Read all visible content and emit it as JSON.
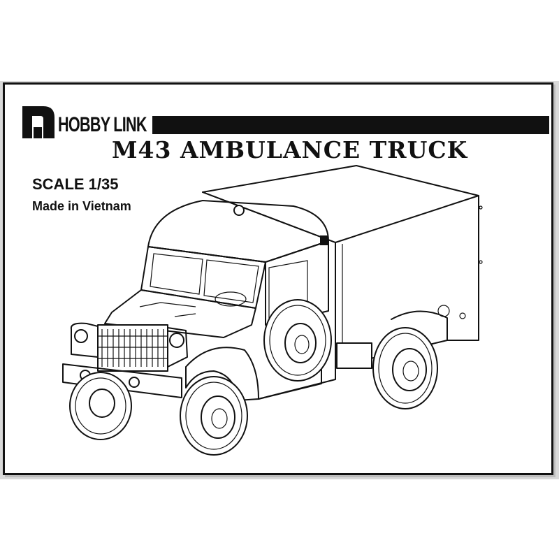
{
  "brand": {
    "name": "HOBBY LINK",
    "logo_icon": "hobby-link-logo-mark"
  },
  "title": "M43 AMBULANCE TRUCK",
  "scale_text": "SCALE 1/35",
  "origin_text": "Made in Vietnam",
  "illustration": "m43-ambulance-truck-line-drawing",
  "colors": {
    "ink": "#111111",
    "paper": "#ffffff",
    "border_shadow": "#bdbdbd"
  }
}
